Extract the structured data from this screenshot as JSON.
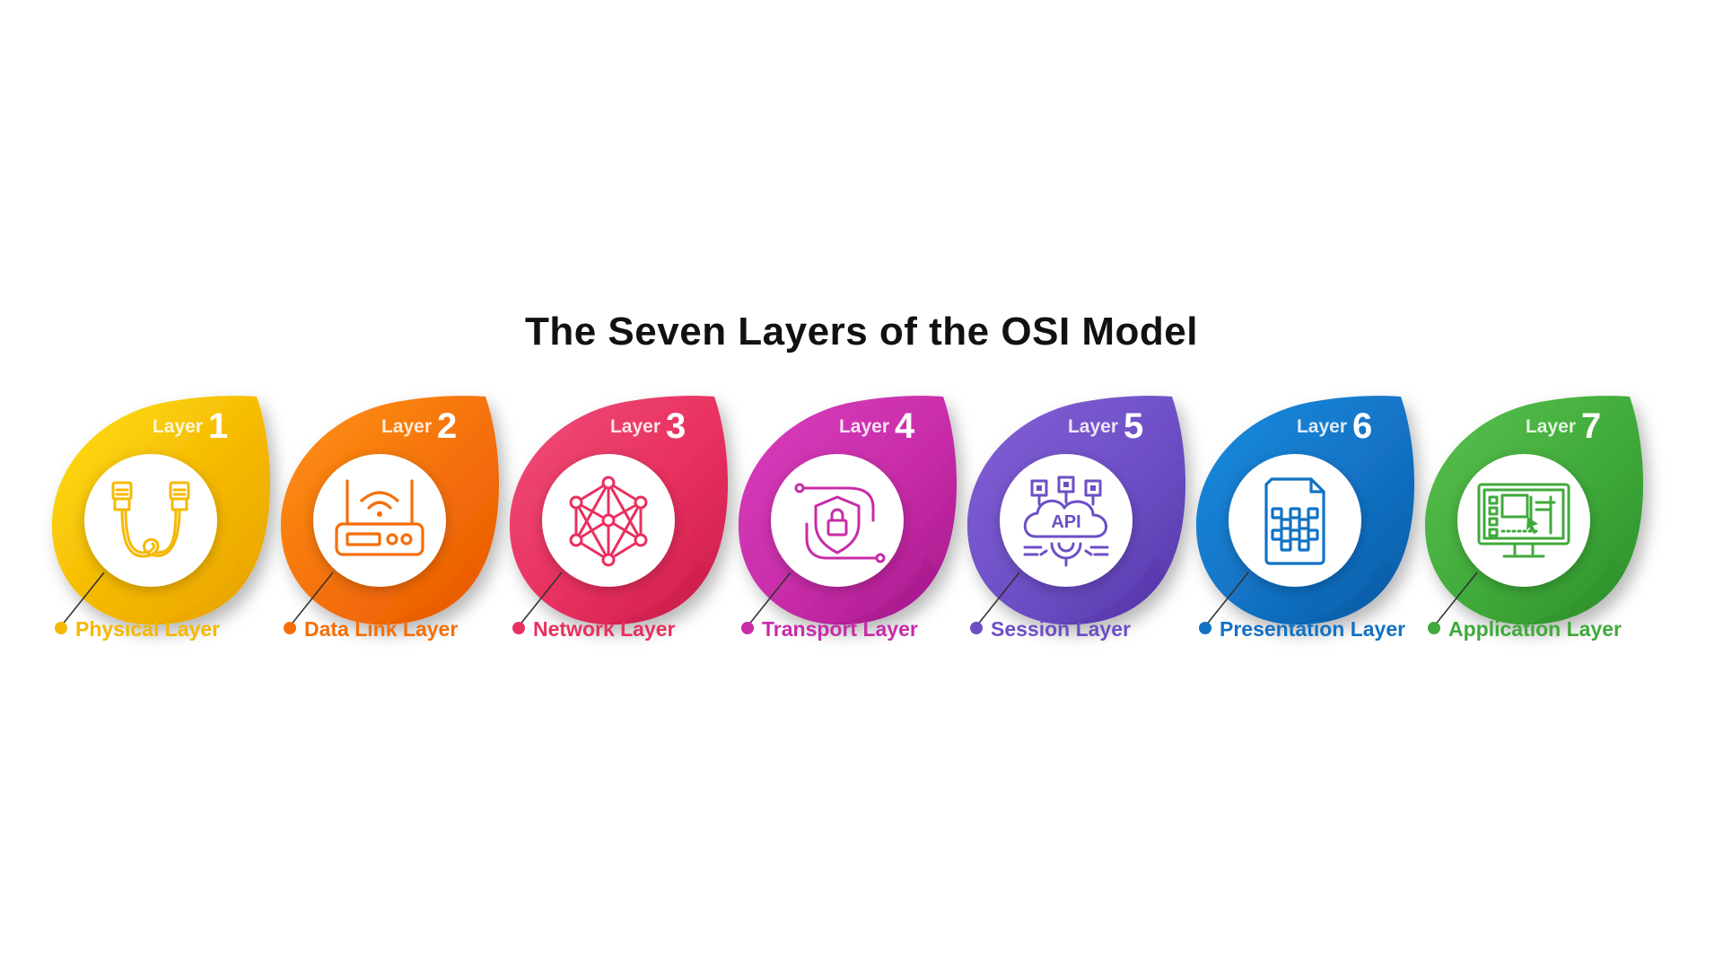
{
  "diagram": {
    "title": "The Seven Layers of the OSI Model",
    "layers": [
      {
        "prefix": "Layer",
        "number": "1",
        "name": "Physical Layer",
        "icon": "ethernet-cable-icon",
        "color": "#F5B800",
        "light": "#FFE21A",
        "dark": "#E8A300"
      },
      {
        "prefix": "Layer",
        "number": "2",
        "name": "Data Link Layer",
        "icon": "router-icon",
        "color": "#F46F0A",
        "light": "#FF9418",
        "dark": "#E85A00"
      },
      {
        "prefix": "Layer",
        "number": "3",
        "name": "Network Layer",
        "icon": "network-mesh-icon",
        "color": "#E8305F",
        "light": "#F04F79",
        "dark": "#C91C4A"
      },
      {
        "prefix": "Layer",
        "number": "4",
        "name": "Transport Layer",
        "icon": "shield-lock-icon",
        "color": "#C82CA8",
        "light": "#D83FBE",
        "dark": "#A3178A"
      },
      {
        "prefix": "Layer",
        "number": "5",
        "name": "Session Layer",
        "icon": "api-cloud-icon",
        "color": "#6D4FC6",
        "light": "#8460D6",
        "dark": "#5535A8"
      },
      {
        "prefix": "Layer",
        "number": "6",
        "name": "Presentation Layer",
        "icon": "data-file-icon",
        "color": "#1272C4",
        "light": "#1C8DE0",
        "dark": "#0A5CA6"
      },
      {
        "prefix": "Layer",
        "number": "7",
        "name": "Application Layer",
        "icon": "desktop-app-icon",
        "color": "#3FAA3A",
        "light": "#5BC24F",
        "dark": "#2D8E2A"
      }
    ]
  }
}
